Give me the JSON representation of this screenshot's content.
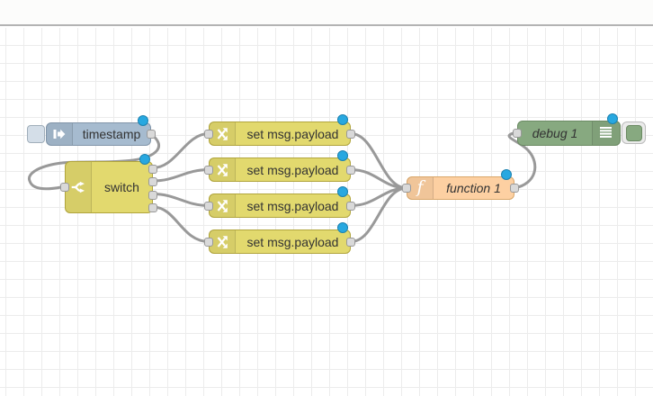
{
  "app": {
    "name": "Node-RED flow editor canvas"
  },
  "nodes": {
    "inject": {
      "type": "inject",
      "label": "timestamp",
      "color": "#a6bbcf",
      "modified": true
    },
    "switch1": {
      "type": "switch",
      "label": "switch",
      "color": "#e2d96e",
      "outputs": 4,
      "modified": true
    },
    "change1": {
      "type": "change",
      "label": "set msg.payload",
      "color": "#e2d96e",
      "modified": true
    },
    "change2": {
      "type": "change",
      "label": "set msg.payload",
      "color": "#e2d96e",
      "modified": true
    },
    "change3": {
      "type": "change",
      "label": "set msg.payload",
      "color": "#e2d96e",
      "modified": true
    },
    "change4": {
      "type": "change",
      "label": "set msg.payload",
      "color": "#e2d96e",
      "modified": true
    },
    "function1": {
      "type": "function",
      "label": "function 1",
      "color": "#fdd0a2",
      "modified": true
    },
    "debug1": {
      "type": "debug",
      "label": "debug 1",
      "color": "#87a980",
      "enabled": true,
      "modified": true
    }
  },
  "wires": [
    {
      "from": "timestamp",
      "to": "switch"
    },
    {
      "from": "switch (output 1)",
      "to": "set msg.payload (1)"
    },
    {
      "from": "switch (output 2)",
      "to": "set msg.payload (2)"
    },
    {
      "from": "switch (output 3)",
      "to": "set msg.payload (3)"
    },
    {
      "from": "switch (output 4)",
      "to": "set msg.payload (4)"
    },
    {
      "from": "set msg.payload (1)",
      "to": "function 1"
    },
    {
      "from": "set msg.payload (2)",
      "to": "function 1"
    },
    {
      "from": "set msg.payload (3)",
      "to": "function 1"
    },
    {
      "from": "set msg.payload (4)",
      "to": "function 1"
    },
    {
      "from": "function 1",
      "to": "debug 1"
    }
  ],
  "colors": {
    "wire": "#999999",
    "port_fill": "#d9d9d9",
    "port_border": "#999999",
    "modified_dot": "#28a8e0",
    "grid_line": "#ececec",
    "canvas_bg": "#ffffff"
  }
}
